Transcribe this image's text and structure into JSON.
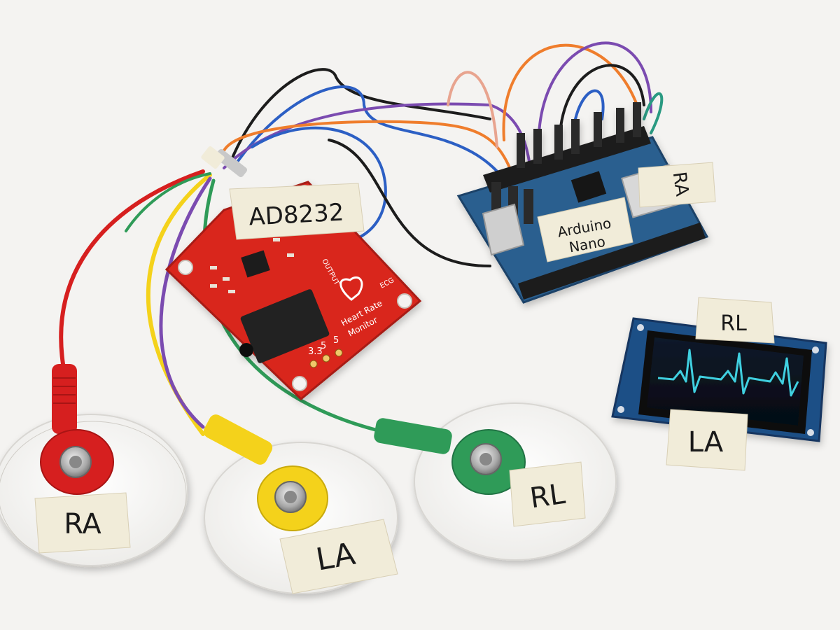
{
  "colors": {
    "background": "#f4f3f1",
    "ad8232_board": "#d9271d",
    "arduino_board": "#2a5f8f",
    "oled_board": "#1f4f86",
    "ecg_trace": "#3fd0e0",
    "tape": "#f1ecd9",
    "lead_ra": "#d61f1f",
    "lead_la": "#f4d21b",
    "lead_rl": "#2f9b58",
    "wire_purple": "#7b4bb0",
    "wire_orange": "#ef7d2c",
    "wire_blue": "#2c5fc4",
    "wire_black": "#1c1c1c",
    "wire_pink": "#e8a48f",
    "wire_teal": "#2a9a82"
  },
  "labels": {
    "ad8232": "AD8232",
    "arduino_line1": "Arduino",
    "arduino_line2": "Nano",
    "arduino_ra": "RA",
    "oled_rl": "RL",
    "oled_la": "LA",
    "pad_ra": "RA",
    "pad_la": "LA",
    "pad_rl": "RL"
  },
  "silkscreen": {
    "heart_rate": "Heart Rate",
    "monitor": "Monitor",
    "ecg": "ECG",
    "output": "OUTPUT",
    "pins": [
      "3.3",
      "5",
      "5"
    ]
  },
  "icons": [
    "heart-icon",
    "snap-connector-icon",
    "usb-port-icon",
    "audio-jack-icon"
  ]
}
